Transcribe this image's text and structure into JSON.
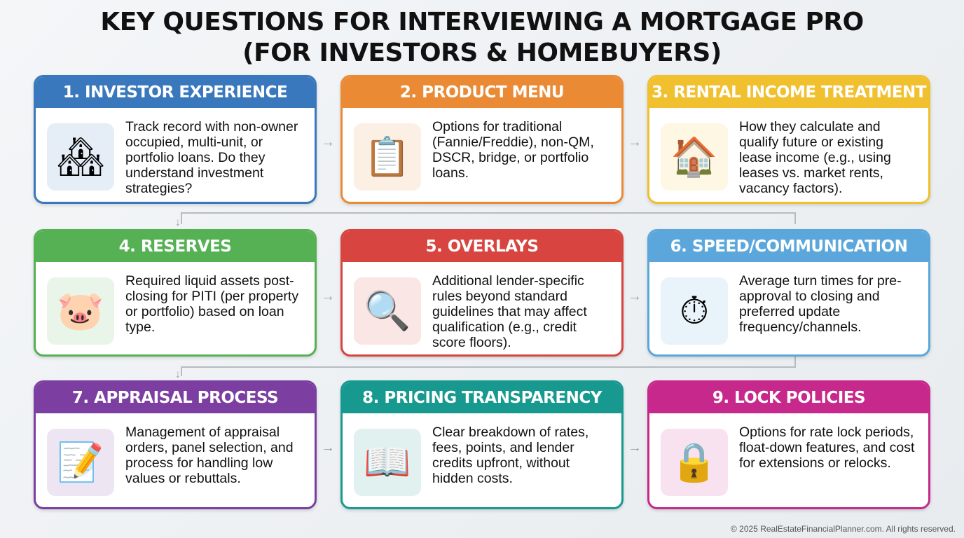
{
  "title_line1": "KEY QUESTIONS FOR INTERVIEWING A MORTGAGE PRO",
  "title_line2": "(FOR INVESTORS & HOMEBUYERS)",
  "cards": [
    {
      "title": "1. INVESTOR EXPERIENCE",
      "text": "Track record with non-owner occupied, multi-unit, or portfolio loans. Do they understand investment strategies?",
      "color": "#3a78bd",
      "icon": "houses-handshake-icon",
      "glyph": "🏘"
    },
    {
      "title": "2. PRODUCT MENU",
      "text": "Options for traditional (Fannie/Freddie), non-QM, DSCR, bridge, or portfolio loans.",
      "color": "#ea8a35",
      "icon": "menu-icon",
      "glyph": "📋"
    },
    {
      "title": "3. RENTAL INCOME TREATMENT",
      "text": "How they calculate and qualify future or existing lease income (e.g., using leases vs. market rents, vacancy factors).",
      "color": "#f0c02f",
      "icon": "house-lease-dollar-icon",
      "glyph": "🏠"
    },
    {
      "title": "4. RESERVES",
      "text": "Required liquid assets post-closing for PITI (per property or portfolio) based on loan type.",
      "color": "#55b153",
      "icon": "piggy-bank-icon",
      "glyph": "🐷"
    },
    {
      "title": "5. OVERLAYS",
      "text": "Additional lender-specific rules beyond standard guidelines that may affect qualification (e.g., credit score floors).",
      "color": "#d8443f",
      "icon": "rule-book-magnifier-icon",
      "glyph": "🔍"
    },
    {
      "title": "6. SPEED/COMMUNICATION",
      "text": "Average turn times for pre-approval to closing and preferred update frequency/channels.",
      "color": "#5ba7dc",
      "icon": "stopwatch-chat-icon",
      "glyph": "⏱"
    },
    {
      "title": "7. APPRAISAL PROCESS",
      "text": "Management of appraisal orders, panel selection, and process for handling low values or rebuttals.",
      "color": "#7c3fa1",
      "icon": "clipboard-gavel-icon",
      "glyph": "📝"
    },
    {
      "title": "8. PRICING TRANSPARENCY",
      "text": "Clear breakdown of rates, fees, points, and lender credits upfront, without hidden costs.",
      "color": "#17998f",
      "icon": "open-book-price-tag-icon",
      "glyph": "📖"
    },
    {
      "title": "9. LOCK POLICIES",
      "text": "Options for rate lock periods, float-down features, and cost for extensions or relocks.",
      "color": "#c7288b",
      "icon": "padlock-calendar-icon",
      "glyph": "🔒"
    }
  ],
  "footer": "© 2025 RealEstateFinancialPlanner.com. All rights reserved."
}
